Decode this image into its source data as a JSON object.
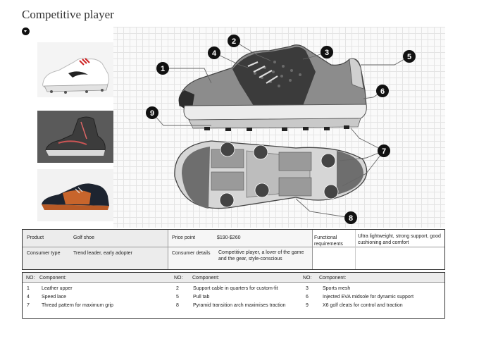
{
  "title": "Competitive player",
  "info": {
    "product_label": "Product",
    "product_value": "Golf shoe",
    "price_label": "Price point",
    "price_value": "$190-$260",
    "functional_label": "Functional requirements",
    "functional_value": "Ultra lightweight, strong support, good cushioning and comfort",
    "consumer_type_label": "Consumer type",
    "consumer_type_value": "Trend leader, early adopter",
    "consumer_details_label": "Consumer details",
    "consumer_details_value": "Competitive player, a lover of the game and the gear, style-conscious"
  },
  "components": {
    "no_label": "NO:",
    "component_label": "Component:",
    "columns": [
      [
        {
          "no": "1",
          "text": "Leather upper"
        },
        {
          "no": "4",
          "text": "Speed lace"
        },
        {
          "no": "7",
          "text": "Thread pattern for maximum grip"
        }
      ],
      [
        {
          "no": "2",
          "text": "Support cable in quarters for custom-fit"
        },
        {
          "no": "5",
          "text": "Pull tab"
        },
        {
          "no": "8",
          "text": "Pyramid transition arch maximises traction"
        }
      ],
      [
        {
          "no": "3",
          "text": "Sports mesh"
        },
        {
          "no": "6",
          "text": "Injected EVA midsole for dynamic support"
        },
        {
          "no": "9",
          "text": "X6 golf cleats for control and traction"
        }
      ]
    ]
  },
  "callouts": [
    "1",
    "2",
    "3",
    "4",
    "5",
    "6",
    "7",
    "8",
    "9"
  ],
  "colors": {
    "callout": "#111111",
    "leader": "#666666",
    "upper_grey": "#8a8a8a",
    "mesh_dark": "#3a3a3a",
    "sole": "#cfcfcf"
  }
}
